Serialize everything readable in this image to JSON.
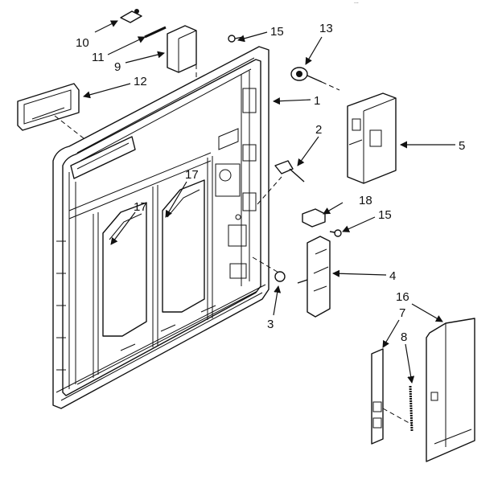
{
  "header_fragment": "...",
  "callouts": [
    {
      "id": "c1",
      "label": "1"
    },
    {
      "id": "c2",
      "label": "2"
    },
    {
      "id": "c3",
      "label": "3"
    },
    {
      "id": "c4",
      "label": "4"
    },
    {
      "id": "c5",
      "label": "5"
    },
    {
      "id": "c7",
      "label": "7"
    },
    {
      "id": "c8",
      "label": "8"
    },
    {
      "id": "c9",
      "label": "9"
    },
    {
      "id": "c10",
      "label": "10"
    },
    {
      "id": "c11",
      "label": "11"
    },
    {
      "id": "c12",
      "label": "12"
    },
    {
      "id": "c13",
      "label": "13"
    },
    {
      "id": "c15a",
      "label": "15"
    },
    {
      "id": "c15b",
      "label": "15"
    },
    {
      "id": "c16",
      "label": "16"
    },
    {
      "id": "c17a",
      "label": "17"
    },
    {
      "id": "c17b",
      "label": "17"
    },
    {
      "id": "c18",
      "label": "18"
    }
  ]
}
